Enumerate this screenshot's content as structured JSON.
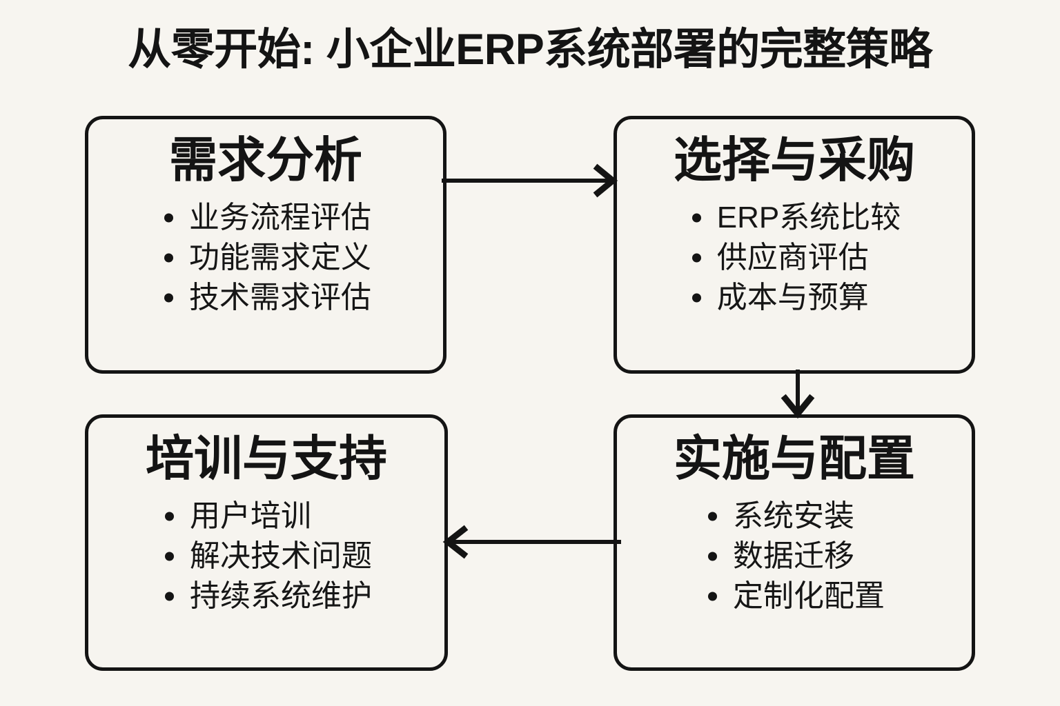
{
  "page": {
    "title": "从零开始: 小企业ERP系统部署的完整策略",
    "background_color": "#f7f5f0",
    "ink_color": "#141414"
  },
  "diagram": {
    "type": "flowchart",
    "layout": "2x2-grid-cycle",
    "nodes": [
      {
        "id": "requirements",
        "title": "需求分析",
        "items": [
          "业务流程评估",
          "功能需求定义",
          "技术需求评估"
        ]
      },
      {
        "id": "selection",
        "title": "选择与采购",
        "items": [
          "ERP系统比较",
          "供应商评估",
          "成本与预算"
        ]
      },
      {
        "id": "implementation",
        "title": "实施与配置",
        "items": [
          "系统安装",
          "数据迁移",
          "定制化配置"
        ]
      },
      {
        "id": "training",
        "title": "培训与支持",
        "items": [
          "用户培训",
          "解决技术问题",
          "持续系统维护"
        ]
      }
    ],
    "connectors": [
      {
        "id": "requirements-to-selection",
        "from": "requirements",
        "to": "selection",
        "direction": "right"
      },
      {
        "id": "selection-to-implementation",
        "from": "selection",
        "to": "implementation",
        "direction": "down"
      },
      {
        "id": "implementation-to-training",
        "from": "implementation",
        "to": "training",
        "direction": "left"
      }
    ]
  }
}
